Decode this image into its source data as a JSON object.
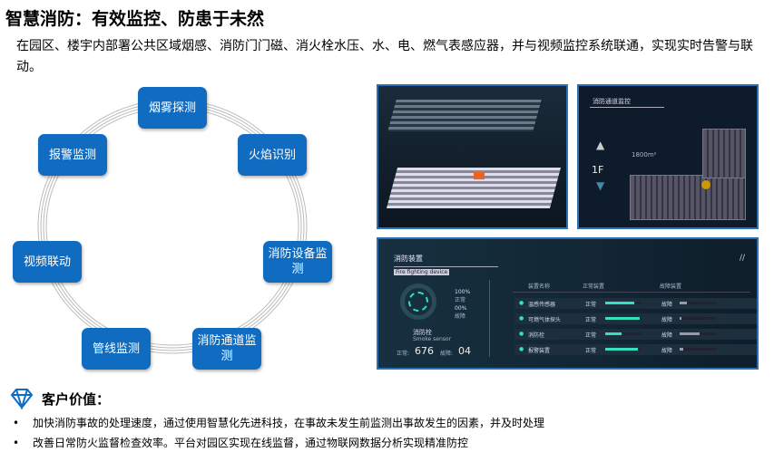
{
  "title": "智慧消防：有效监控、防患于未然",
  "description": "在园区、楼宇内部署公共区域烟感、消防门门磁、消火栓水压、水、电、燃气表感应器，并与视频监控系统联通，实现实时告警与联动。",
  "nodes": [
    "烟雾探测",
    "火焰识别",
    "消防设备监测",
    "消防通道监测",
    "管线监测",
    "视频联动",
    "报警监测"
  ],
  "floor_panel": {
    "title": "消防通道监控",
    "floor": "1F",
    "area": "1800m²"
  },
  "device_panel": {
    "title": "消防装置",
    "subtitle": "Fire fighting device",
    "normal_pct": "100%",
    "normal_label": "正常",
    "fault_pct": "00%",
    "fault_label": "故障",
    "device_name": "消防栓",
    "device_en": "Smoke sensor",
    "normal_count_label": "正常:",
    "normal_count": "676",
    "fault_count_label": "故障:",
    "fault_count": "04",
    "headers": [
      "装置名称",
      "正常装置",
      "故障装置"
    ],
    "rows": [
      {
        "name": "温感传感器",
        "normal": 0.8,
        "fault": 0.2
      },
      {
        "name": "可燃气体探头",
        "normal": 0.95,
        "fault": 0.05
      },
      {
        "name": "消防栓",
        "normal": 0.45,
        "fault": 0.55
      },
      {
        "name": "报警装置",
        "normal": 0.9,
        "fault": 0.1
      }
    ],
    "status_normal": "正常",
    "status_fault": "故障"
  },
  "value": {
    "heading": "客户价值：",
    "bullets": [
      "加快消防事故的处理速度，通过使用智慧化先进科技，在事故未发生前监测出事故发生的因素，并及时处理",
      "改善日常防火监督检查效率。平台对园区实现在线监督，通过物联网数据分析实现精准防控"
    ]
  }
}
